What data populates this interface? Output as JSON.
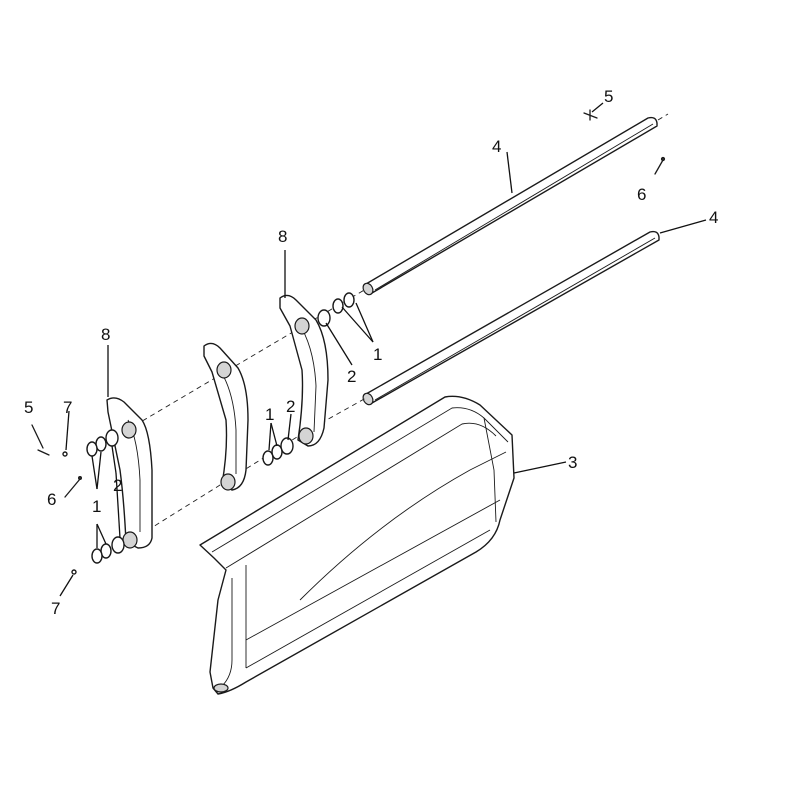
{
  "callouts": {
    "c1a": "1",
    "c1b": "1",
    "c1c": "1",
    "c2a": "2",
    "c2b": "2",
    "c2c": "2",
    "c3": "3",
    "c4a": "4",
    "c4b": "4",
    "c5a": "5",
    "c5b": "5",
    "c6a": "6",
    "c6b": "6",
    "c7a": "7",
    "c7b": "7",
    "c8a": "8",
    "c8b": "8"
  }
}
